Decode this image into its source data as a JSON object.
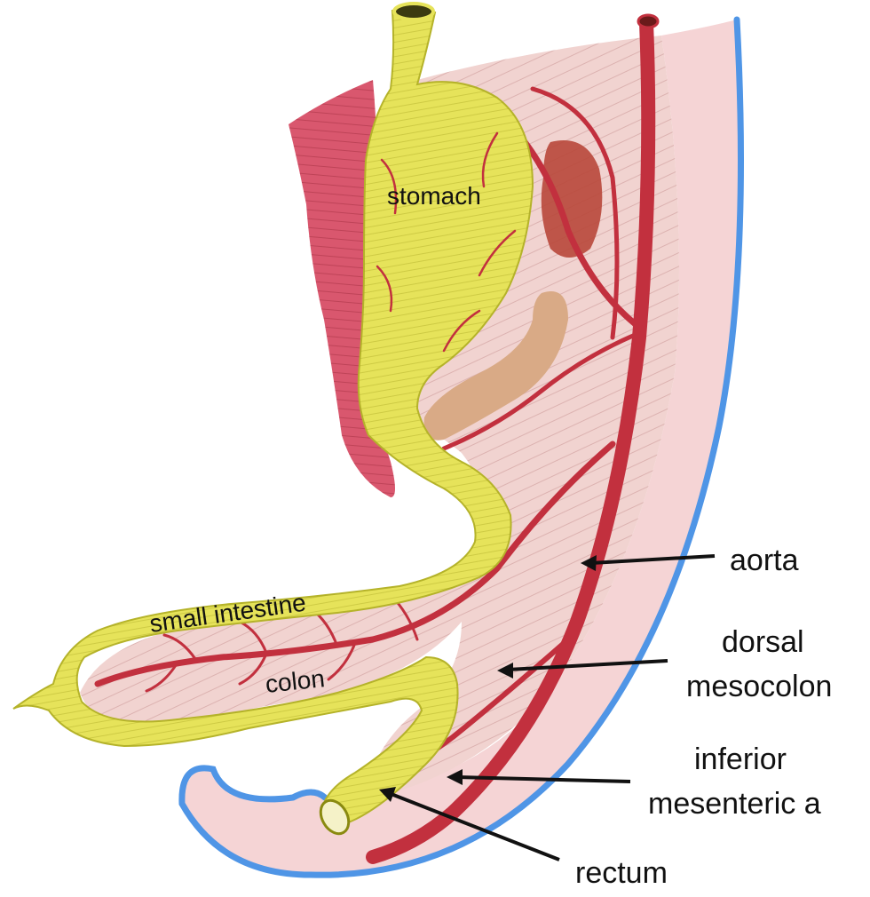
{
  "labels": {
    "stomach": "stomach",
    "small_intestine": "small intestine",
    "colon": "colon",
    "aorta": "aorta",
    "dorsal_mesocolon_line1": "dorsal",
    "dorsal_mesocolon_line2": "mesocolon",
    "inferior_mesenteric_line1": "inferior",
    "inferior_mesenteric_line2": "mesenteric a",
    "rectum": "rectum"
  },
  "colors": {
    "gut": "#e6e35a",
    "mesentery": "#f1d3d0",
    "artery": "#c2303e",
    "body_wall": "#f4cfd0",
    "wall_outline": "#4f95e6",
    "spleen": "#b8473a",
    "pancreas": "#d9aa86",
    "greater_omentum": "#d9576e"
  }
}
